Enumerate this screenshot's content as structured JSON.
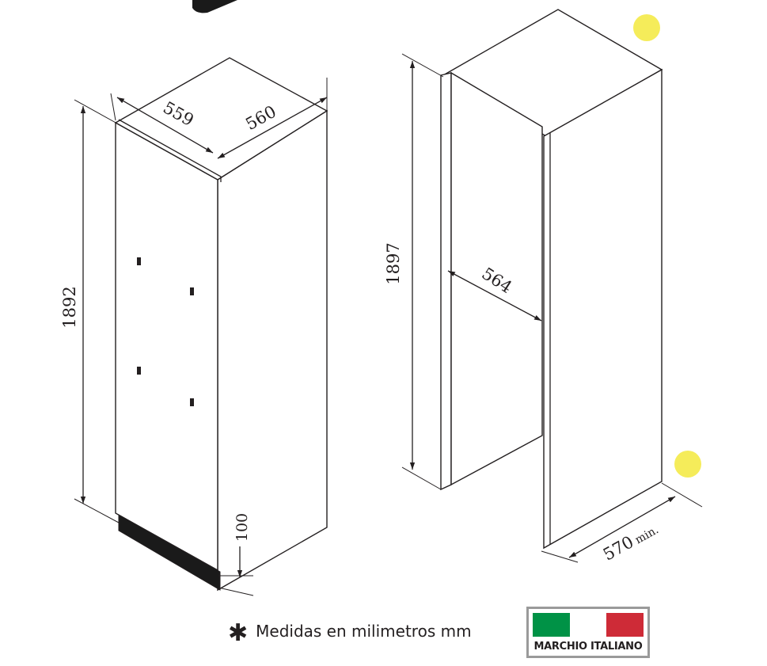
{
  "dimensions": {
    "appliance_depth": "559",
    "appliance_width": "560",
    "appliance_height": "1892",
    "plinth_height": "100",
    "niche_height": "1897",
    "niche_depth": "564",
    "niche_width": "570",
    "niche_width_suffix": "min."
  },
  "note": {
    "symbol": "✱",
    "text": "Medidas en milimetros mm"
  },
  "badge": {
    "label": "MARCHIO ITALIANO",
    "colors": [
      "#009246",
      "#ffffff",
      "#ce2b37"
    ]
  },
  "markers": {
    "color": "#f5ec5a"
  },
  "colors": {
    "line": "#231f20",
    "plinth": "#1a1a1a"
  }
}
